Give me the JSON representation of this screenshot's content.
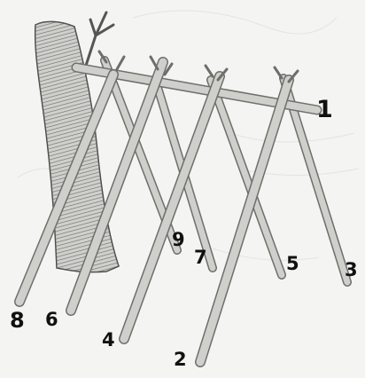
{
  "labels": {
    "n1": "1",
    "n2": "2",
    "n3": "3",
    "n4": "4",
    "n5": "5",
    "n6": "6",
    "n7": "7",
    "n8": "8",
    "n9": "9"
  },
  "colors": {
    "background": "#f4f4f2",
    "stick": "#cfcfcc",
    "stick_edge": "#6e6e6a",
    "bark": "#8c8c88",
    "label": "#111111"
  }
}
